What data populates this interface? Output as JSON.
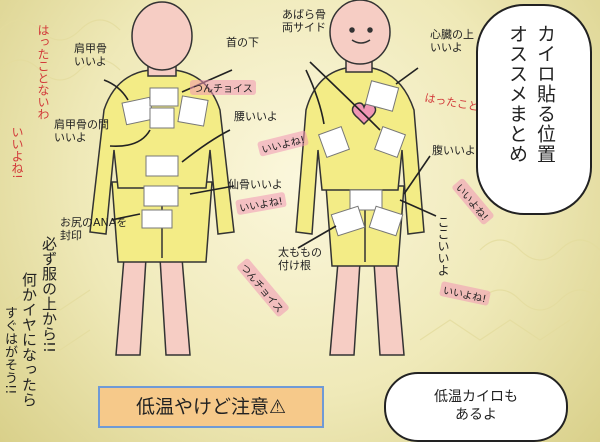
{
  "title": {
    "col1": "カイロ貼る位置",
    "col2": "オススメまとめ"
  },
  "warning": {
    "text": "低温やけど注意",
    "icon": "warning-icon"
  },
  "note_bubble": {
    "line1": "低温カイロも",
    "line2": "あるよ"
  },
  "handwritten": {
    "col1": "必ず服の上から!!",
    "col2": "何かイヤになったら",
    "col3": "すぐはがそう!!"
  },
  "left_labels": {
    "shoulder_blade": "肩甲骨\nいいよ",
    "neck_under": "首の下",
    "shoulder_between": "肩甲骨の間\nいいよ",
    "lower_back": "腰いいよ",
    "sacrum": "仙骨いいよ",
    "buttocks": "お尻のANAを\n封印"
  },
  "right_labels": {
    "ribs": "あばら骨\n両サイド",
    "heart": "心臓の上\nいいよ",
    "belly": "腹いいよ",
    "here": "ここいいよ",
    "thigh_root": "太ももの\n付け根"
  },
  "pink_notes": {
    "neck_choice": "つんチョイス",
    "lower_back_good": "いいよね!",
    "sacrum_good": "いいよね!",
    "thigh_choice": "つんチョイス",
    "here_good": "いいよね!",
    "belly_good": "いいよね!"
  },
  "red_notes": {
    "shoulder_tried": "はったことないわ",
    "between_good": "いいよね!",
    "heart_tried": "はったことない"
  },
  "colors": {
    "skin": "#f6cdc4",
    "shirt": "#f3ec86",
    "pad": "#ffffff",
    "pink": "#f096b4",
    "red": "#d23a3a"
  }
}
